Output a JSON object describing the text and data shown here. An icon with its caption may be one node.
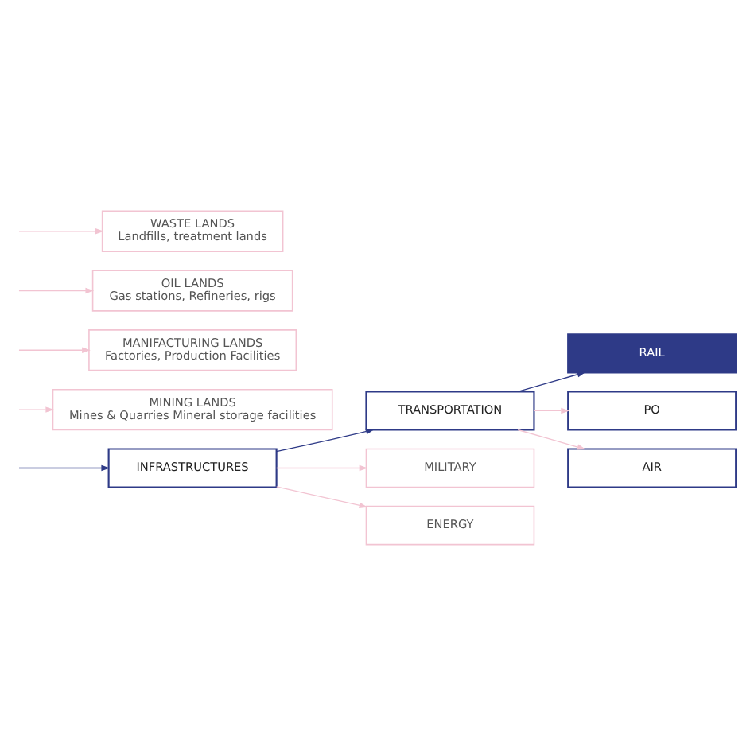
{
  "diagram": {
    "nodes": [
      {
        "text": [
          "INFRASTRUCTURES"
        ]
      },
      {
        "text": [
          "TRANSPORTATION"
        ]
      },
      {
        "text": [
          "MILITARY"
        ]
      },
      {
        "text": [
          "ENERGY"
        ]
      },
      {
        "text": [
          "RAIL"
        ]
      },
      {
        "text": [
          "PO"
        ]
      },
      {
        "text": [
          "AIR"
        ]
      },
      {
        "text": [
          "MINING LANDS",
          "Mines & Quarries Mineral storage facilities"
        ]
      },
      {
        "text": [
          "MANIFACTURING LANDS",
          "Factories, Production Facilities"
        ]
      },
      {
        "text": [
          "OIL LANDS",
          "Gas stations, Refineries, rigs"
        ]
      },
      {
        "text": [
          "WASTE LANDS",
          "Landfills, treatment lands"
        ]
      }
    ],
    "edges": [
      {
        "from": null,
        "to": 0,
        "arrow": "to",
        "color": "#2e3a87"
      },
      {
        "from": null,
        "to": 7,
        "arrow": "to"
      },
      {
        "from": null,
        "to": 8,
        "arrow": "to"
      },
      {
        "from": null,
        "to": 9,
        "arrow": "to"
      },
      {
        "from": null,
        "to": 10,
        "arrow": "to"
      },
      {
        "from": 0,
        "to": 1,
        "arrow": "to",
        "color": "#2e3a87"
      },
      {
        "from": 0,
        "to": 2,
        "arrow": "to"
      },
      {
        "from": 0,
        "to": 3,
        "arrow": "to"
      },
      {
        "from": 1,
        "to": 4,
        "arrow": "to",
        "color": "#2e3a87"
      },
      {
        "from": 1,
        "to": 5,
        "arrow": "to"
      },
      {
        "from": 1,
        "to": 6,
        "arrow": "to"
      }
    ]
  }
}
